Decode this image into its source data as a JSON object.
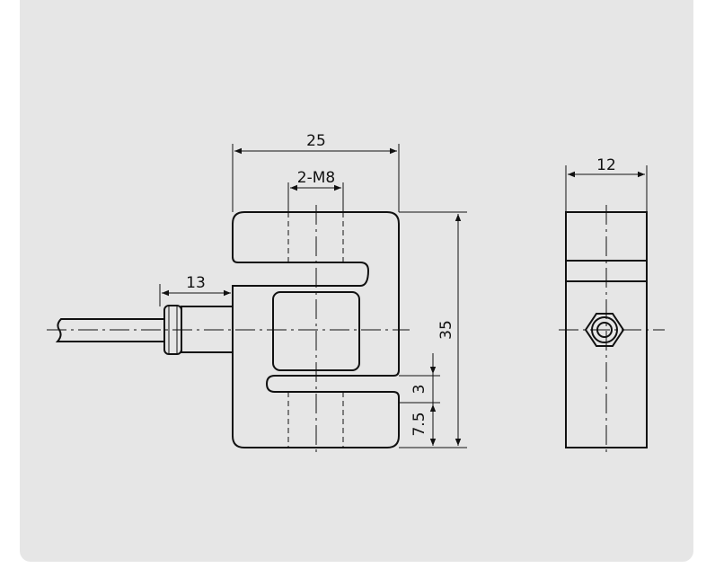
{
  "dimensions": {
    "width_overall": "25",
    "thread": "2-M8",
    "cable_length": "13",
    "height_overall": "35",
    "slot_width": "3",
    "slot_offset": "7.5",
    "side_thickness": "12"
  }
}
